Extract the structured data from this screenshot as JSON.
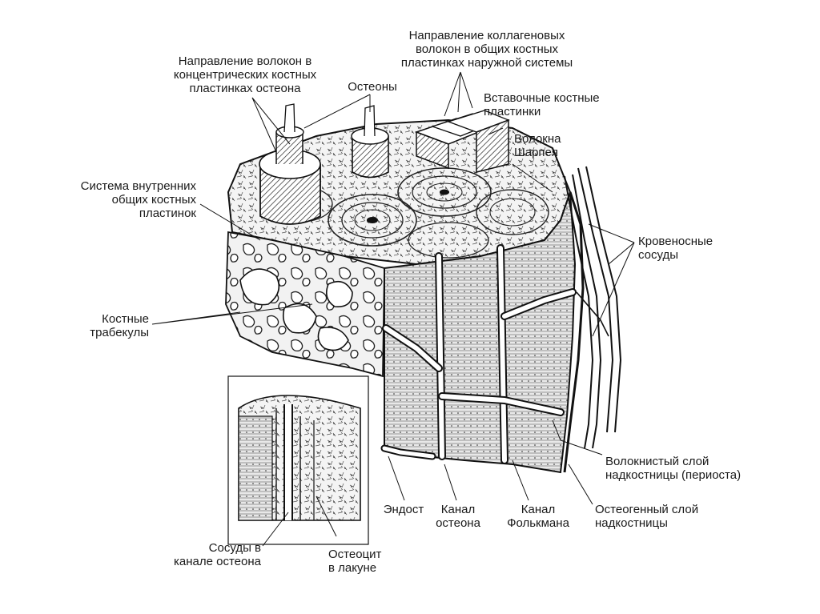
{
  "labels": {
    "collagen_outer": [
      "Направление коллагеновых",
      "волокон в общих костных",
      "пластинках наружной системы"
    ],
    "fibers_concentric": [
      "Направление волокон в",
      "концентрических костных",
      "пластинках остеона"
    ],
    "osteons": [
      "Остеоны"
    ],
    "interstitial": [
      "Вставочные костные",
      "пластинки"
    ],
    "sharpey": [
      "Волокна",
      "Шарпея"
    ],
    "inner_system": [
      "Система внутренних",
      "общих костных",
      "пластинок"
    ],
    "vessels": [
      "Кровеносные",
      "сосуды"
    ],
    "trabeculae": [
      "Костные",
      "трабекулы"
    ],
    "periosteum_fibrous": [
      "Волокнистый слой",
      "надкостницы (периоста)"
    ],
    "endosteum": [
      "Эндост"
    ],
    "osteon_canal": [
      "Канал",
      "остеона"
    ],
    "volkmann_canal": [
      "Канал",
      "Фолькмана"
    ],
    "osteogenic": [
      "Остеогенный слой",
      "надкостницы"
    ],
    "canal_vessels": [
      "Сосуды в",
      "канале остеона"
    ],
    "osteocyte": [
      "Остеоцит",
      "в лакуне"
    ]
  }
}
